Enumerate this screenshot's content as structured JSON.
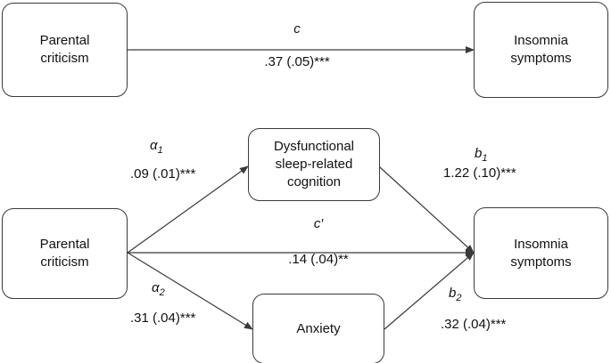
{
  "top": {
    "predictor": "Parental\ncriticism",
    "outcome": "Insomnia\nsymptoms",
    "path_symbol": "c",
    "path_estimate": ".37 (.05)***"
  },
  "bottom": {
    "predictor": "Parental\ncriticism",
    "mediator1": "Dysfunctional\nsleep-related\ncognition",
    "mediator2": "Anxiety",
    "outcome": "Insomnia\nsymptoms",
    "a1_symbol": "α",
    "a1_sub": "1",
    "a1_estimate": ".09 (.01)***",
    "b1_symbol": "b",
    "b1_sub": "1",
    "b1_estimate": "1.22 (.10)***",
    "cprime_symbol": "c′",
    "cprime_estimate": ".14 (.04)**",
    "a2_symbol": "α",
    "a2_sub": "2",
    "a2_estimate": ".31 (.04)***",
    "b2_symbol": "b",
    "b2_sub": "2",
    "b2_estimate": ".32 (.04)***"
  },
  "colors": {
    "line": "#3a3a3a",
    "text": "#111111"
  }
}
